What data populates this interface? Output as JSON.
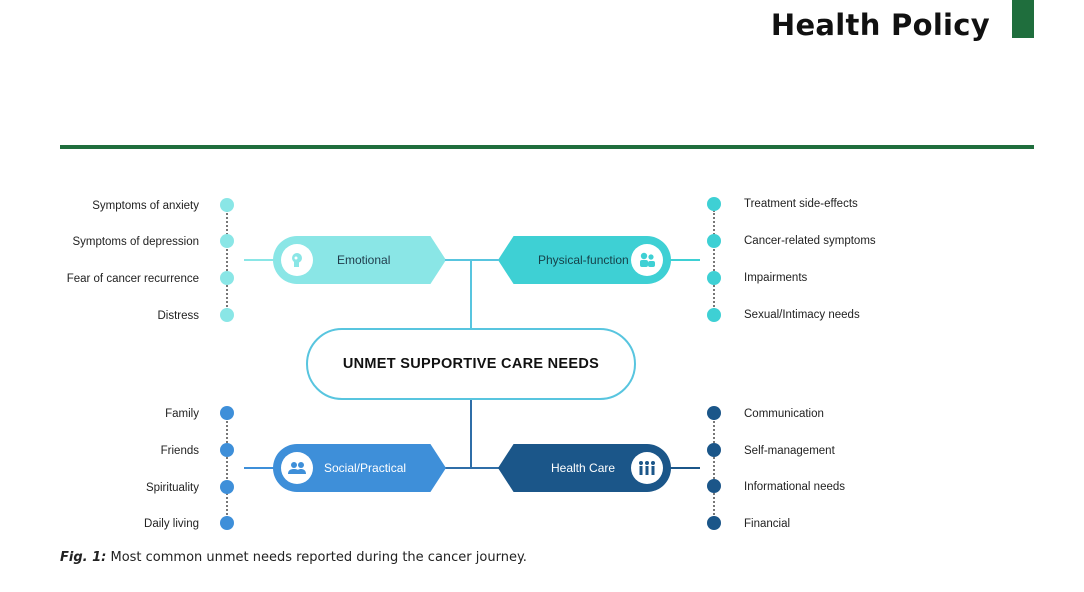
{
  "header": {
    "title": "Health Policy"
  },
  "colors": {
    "brand_green": "#1f6e3d",
    "emotional": "#8ae6e6",
    "physical": "#3ed0d4",
    "social": "#3e8fd9",
    "healthcare": "#1b5689",
    "center_border": "#58c5df"
  },
  "diagram": {
    "center": "UNMET SUPPORTIVE CARE NEEDS",
    "emotional": {
      "label": "Emotional",
      "icon": "emotional-head-icon",
      "items": [
        "Symptoms of anxiety",
        "Symptoms of depression",
        "Fear of cancer recurrence",
        "Distress"
      ]
    },
    "physical": {
      "label": "Physical-function",
      "icon": "people-icon",
      "items": [
        "Treatment side-effects",
        "Cancer-related symptoms",
        "Impairments",
        "Sexual/Intimacy needs"
      ]
    },
    "social": {
      "label": "Social/Practical",
      "icon": "group-icon",
      "items": [
        "Family",
        "Friends",
        "Spirituality",
        "Daily living"
      ]
    },
    "healthcare": {
      "label": "Health Care",
      "icon": "care-team-icon",
      "items": [
        "Communication",
        "Self-management",
        "Informational needs",
        "Financial"
      ]
    }
  },
  "caption": {
    "fig": "Fig. 1:",
    "text": " Most common unmet needs reported during the cancer journey."
  }
}
